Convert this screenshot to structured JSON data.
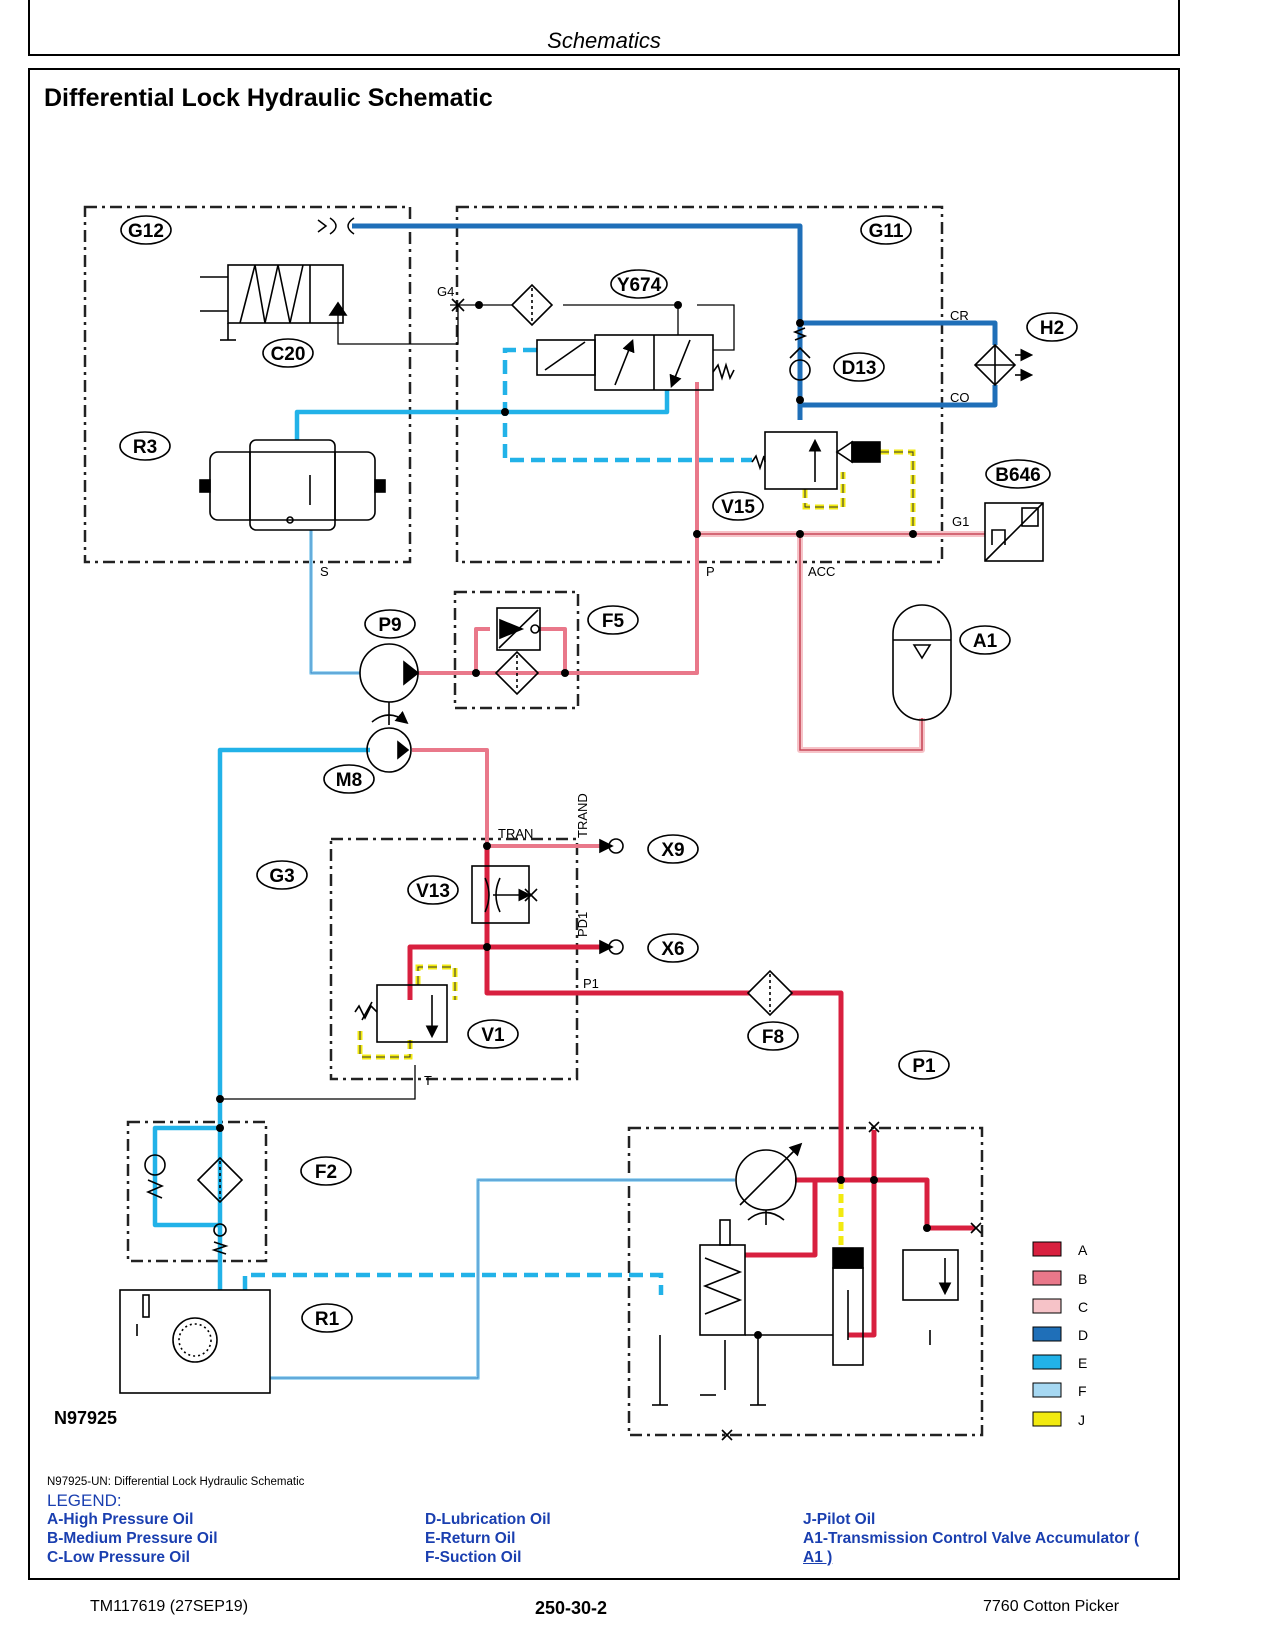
{
  "header": {
    "section": "Schematics"
  },
  "title": "Differential Lock Hydraulic Schematic",
  "figure_id": "N97925",
  "caption": "N97925-UN: Differential Lock Hydraulic Schematic",
  "legend": {
    "heading": "LEGEND:",
    "col1": [
      "A-High Pressure Oil",
      "B-Medium Pressure Oil",
      "C-Low Pressure Oil"
    ],
    "col2": [
      "D-Lubrication Oil",
      "E-Return Oil",
      "F-Suction Oil"
    ],
    "col3": [
      "J-Pilot Oil",
      "A1-Transmission Control Valve Accumulator (",
      "A1 )"
    ]
  },
  "swatches": [
    {
      "key": "A",
      "color": "#d8203f"
    },
    {
      "key": "B",
      "color": "#e9788a"
    },
    {
      "key": "C",
      "color": "#f6c3c8"
    },
    {
      "key": "D",
      "color": "#1f6fb8"
    },
    {
      "key": "E",
      "color": "#22b2e8"
    },
    {
      "key": "F",
      "color": "#a6d8f2"
    },
    {
      "key": "J",
      "color": "#f2ea10"
    }
  ],
  "components": {
    "G12": "G12",
    "G11": "G11",
    "C20": "C20",
    "Y674": "Y674",
    "R3": "R3",
    "D13": "D13",
    "H2": "H2",
    "V15": "V15",
    "B646": "B646",
    "P9": "P9",
    "F5": "F5",
    "A1": "A1",
    "M8": "M8",
    "G3": "G3",
    "V13": "V13",
    "X9": "X9",
    "X6": "X6",
    "V1": "V1",
    "F8": "F8",
    "P1": "P1",
    "F2": "F2",
    "R1": "R1"
  },
  "ports": {
    "G4": "G4",
    "CR": "CR",
    "CO": "CO",
    "G1": "G1",
    "S": "S",
    "P": "P",
    "ACC": "ACC",
    "TRAN": "TRAN",
    "TRAND": "TRAND",
    "PD1": "PD1",
    "P1": "P1",
    "T": "T"
  },
  "footer": {
    "left": "TM117619 (27SEP19)",
    "center": "250-30-2",
    "right": "7760 Cotton Picker"
  }
}
